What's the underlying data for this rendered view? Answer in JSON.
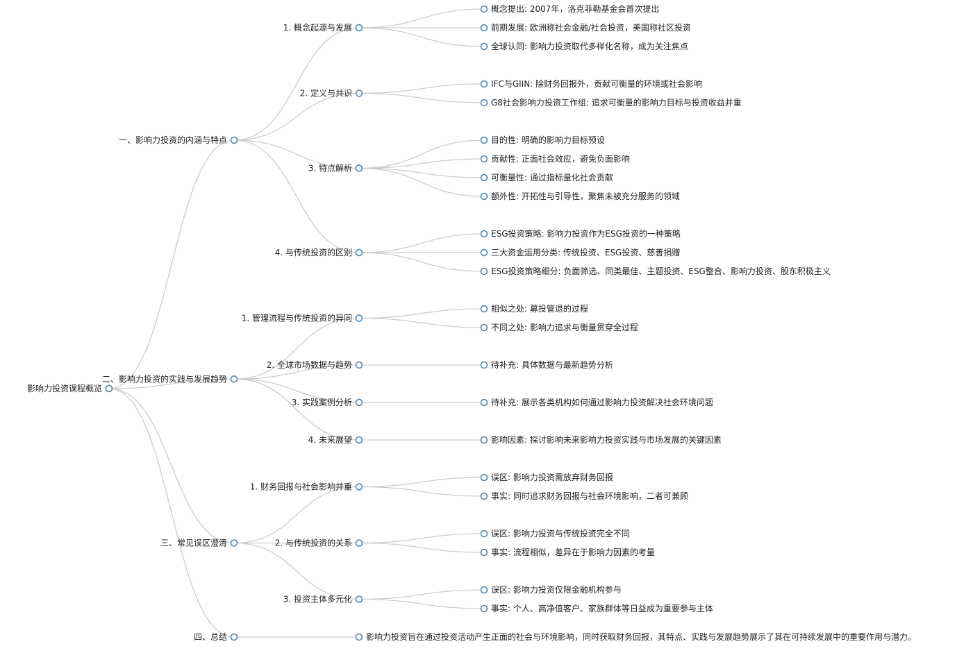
{
  "root": {
    "label": "影响力投资课程概览",
    "children": [
      {
        "label": "一、影响力投资的内涵与特点",
        "children": [
          {
            "label": "1. 概念起源与发展",
            "children": [
              {
                "label": "概念提出: 2007年，洛克菲勒基金会首次提出"
              },
              {
                "label": "前期发展: 欧洲称社会金融/社会投资，美国称社区投资"
              },
              {
                "label": "全球认同: 影响力投资取代多样化名称，成为关注焦点"
              }
            ]
          },
          {
            "label": "2. 定义与共识",
            "children": [
              {
                "label": "IFC与GIIN: 除财务回报外，贡献可衡量的环境或社会影响"
              },
              {
                "label": "G8社会影响力投资工作组: 追求可衡量的影响力目标与投资收益并重"
              }
            ]
          },
          {
            "label": "3. 特点解析",
            "children": [
              {
                "label": "目的性: 明确的影响力目标预设"
              },
              {
                "label": "贡献性: 正面社会效应，避免负面影响"
              },
              {
                "label": "可衡量性: 通过指标量化社会贡献"
              },
              {
                "label": "额外性: 开拓性与引导性，聚焦未被充分服务的领域"
              }
            ]
          },
          {
            "label": "4. 与传统投资的区别",
            "children": [
              {
                "label": "ESG投资策略: 影响力投资作为ESG投资的一种策略"
              },
              {
                "label": "三大资金运用分类: 传统投资、ESG投资、慈善捐赠"
              },
              {
                "label": "ESG投资策略细分: 负面筛选、同类最佳、主题投资、ESG整合、影响力投资、股东积极主义"
              }
            ]
          }
        ]
      },
      {
        "label": "二、影响力投资的实践与发展趋势",
        "children": [
          {
            "label": "1. 管理流程与传统投资的异同",
            "children": [
              {
                "label": "相似之处: 募投管退的过程"
              },
              {
                "label": "不同之处: 影响力追求与衡量贯穿全过程"
              }
            ]
          },
          {
            "label": "2. 全球市场数据与趋势",
            "children": [
              {
                "label": "待补充: 具体数据与最新趋势分析"
              }
            ]
          },
          {
            "label": "3. 实践案例分析",
            "children": [
              {
                "label": "待补充: 展示各类机构如何通过影响力投资解决社会环境问题"
              }
            ]
          },
          {
            "label": "4. 未来展望",
            "children": [
              {
                "label": "影响因素: 探讨影响未来影响力投资实践与市场发展的关键因素"
              }
            ]
          }
        ]
      },
      {
        "label": "三、常见误区澄清",
        "children": [
          {
            "label": "1. 财务回报与社会影响并重",
            "children": [
              {
                "label": "误区: 影响力投资需放弃财务回报"
              },
              {
                "label": "事实: 同时追求财务回报与社会环境影响，二者可兼顾"
              }
            ]
          },
          {
            "label": "2. 与传统投资的关系",
            "children": [
              {
                "label": "误区: 影响力投资与传统投资完全不同"
              },
              {
                "label": "事实: 流程相似，差异在于影响力因素的考量"
              }
            ]
          },
          {
            "label": "3. 投资主体多元化",
            "children": [
              {
                "label": "误区: 影响力投资仅限金融机构参与"
              },
              {
                "label": "事实: 个人、高净值客户、家族群体等日益成为重要参与主体"
              }
            ]
          }
        ]
      },
      {
        "label": "四、总结",
        "children": [
          {
            "label": "影响力投资旨在通过投资活动产生正面的社会与环境影响，同时获取财务回报，其特点、实践与发展趋势展示了其在可持续发展中的重要作用与潜力。"
          }
        ]
      }
    ]
  }
}
